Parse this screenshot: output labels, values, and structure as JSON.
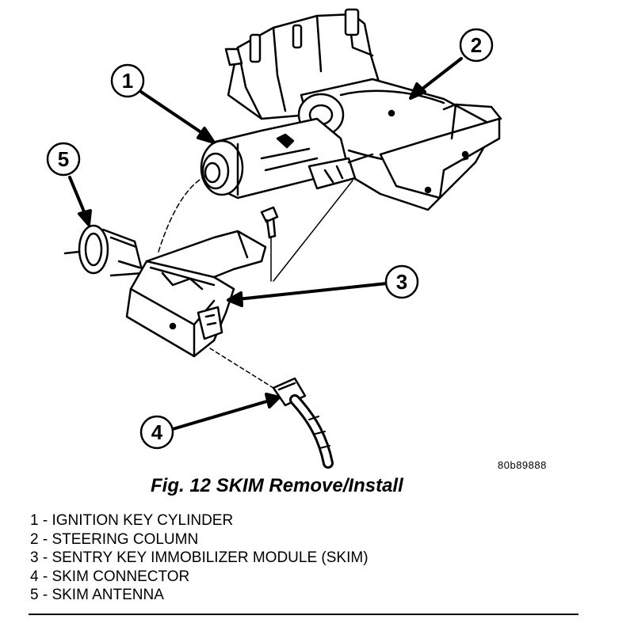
{
  "figure_id": "80b89888",
  "caption": "Fig. 12 SKIM Remove/Install",
  "callouts": [
    {
      "number": "1",
      "label": "IGNITION KEY CYLINDER"
    },
    {
      "number": "2",
      "label": "STEERING COLUMN"
    },
    {
      "number": "3",
      "label": "SENTRY KEY IMMOBILIZER MODULE (SKIM)"
    },
    {
      "number": "4",
      "label": "SKIM CONNECTOR"
    },
    {
      "number": "5",
      "label": "SKIM ANTENNA"
    }
  ],
  "legend": [
    "1 - IGNITION KEY CYLINDER",
    "2 - STEERING COLUMN",
    "3 - SENTRY KEY IMMOBILIZER MODULE (SKIM)",
    "4 - SKIM CONNECTOR",
    "5 - SKIM ANTENNA"
  ],
  "colors": {
    "ink": "#000000",
    "background": "#ffffff"
  }
}
